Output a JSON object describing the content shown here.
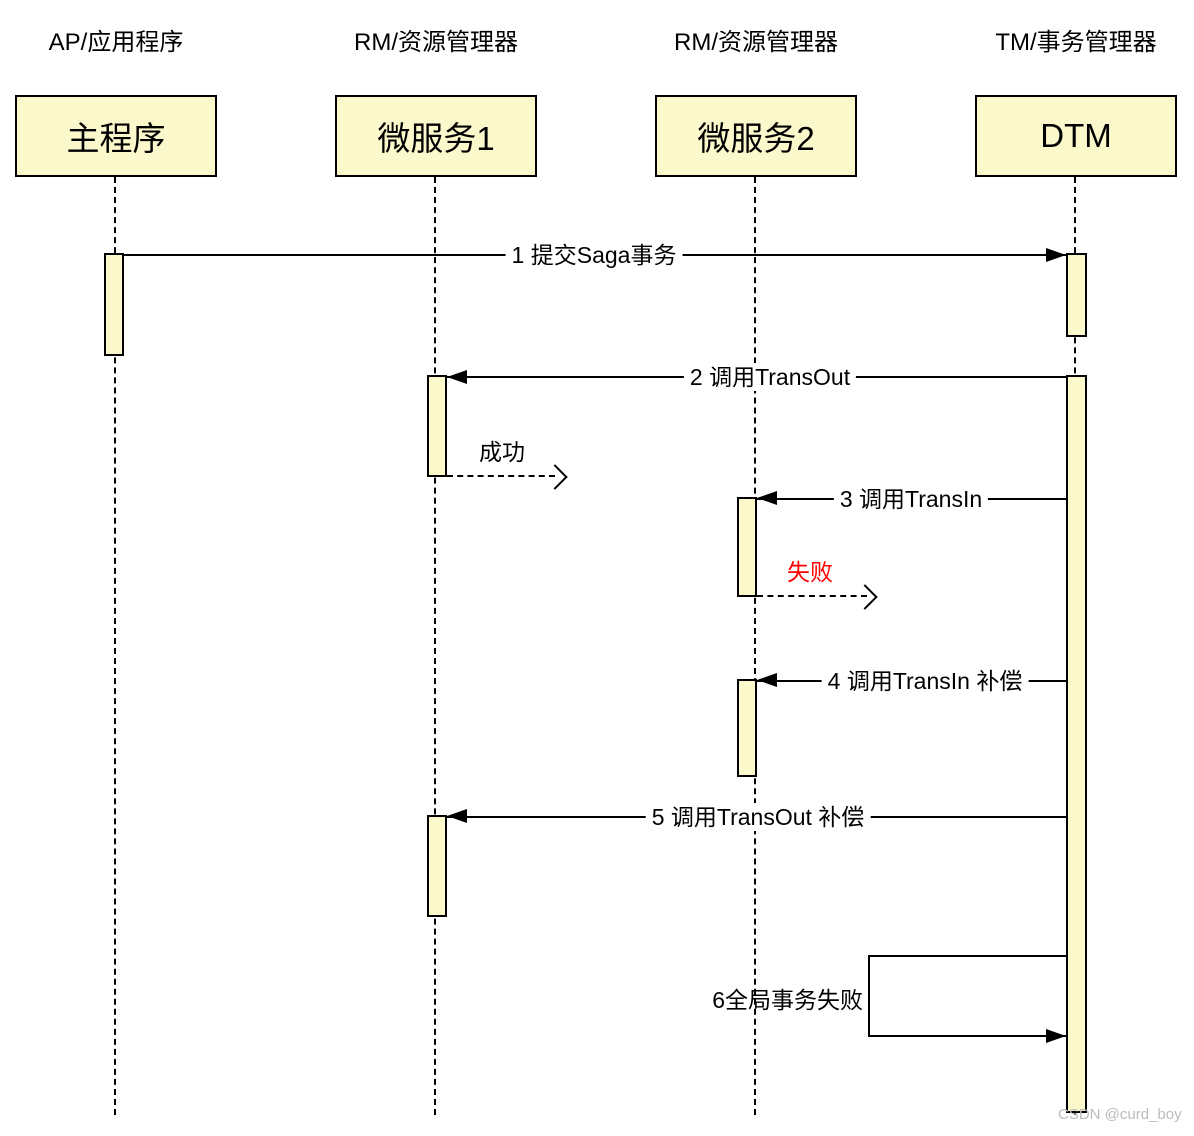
{
  "participants": [
    {
      "role": "AP/应用程序",
      "name": "主程序"
    },
    {
      "role": "RM/资源管理器",
      "name": "微服务1"
    },
    {
      "role": "RM/资源管理器",
      "name": "微服务2"
    },
    {
      "role": "TM/事务管理器",
      "name": "DTM"
    }
  ],
  "messages": [
    {
      "label": "1 提交Saga事务",
      "from": "主程序",
      "to": "DTM",
      "type": "solid-arrow"
    },
    {
      "label": "2 调用TransOut",
      "from": "DTM",
      "to": "微服务1",
      "type": "solid-arrow"
    },
    {
      "label": "3 调用TransIn",
      "from": "DTM",
      "to": "微服务2",
      "type": "solid-arrow"
    },
    {
      "label": "4 调用TransIn 补偿",
      "from": "DTM",
      "to": "微服务2",
      "type": "solid-arrow"
    },
    {
      "label": "5 调用TransOut 补偿",
      "from": "DTM",
      "to": "微服务1",
      "type": "solid-arrow"
    },
    {
      "label": "6全局事务失败",
      "from": "DTM",
      "to": "DTM",
      "type": "self-message"
    }
  ],
  "returns": [
    {
      "label": "成功",
      "from": "微服务1",
      "type": "dashed-open-arrow",
      "color": "#000000"
    },
    {
      "label": "失败",
      "from": "微服务2",
      "type": "dashed-open-arrow",
      "color": "#FF0000"
    }
  ],
  "watermark": "CSDN @curd_boy",
  "colors": {
    "participant_fill": "#FBF8CC",
    "border": "#000000",
    "fail_text": "#FF0000",
    "watermark": "#BCBCBC",
    "background": "#FFFFFF"
  }
}
